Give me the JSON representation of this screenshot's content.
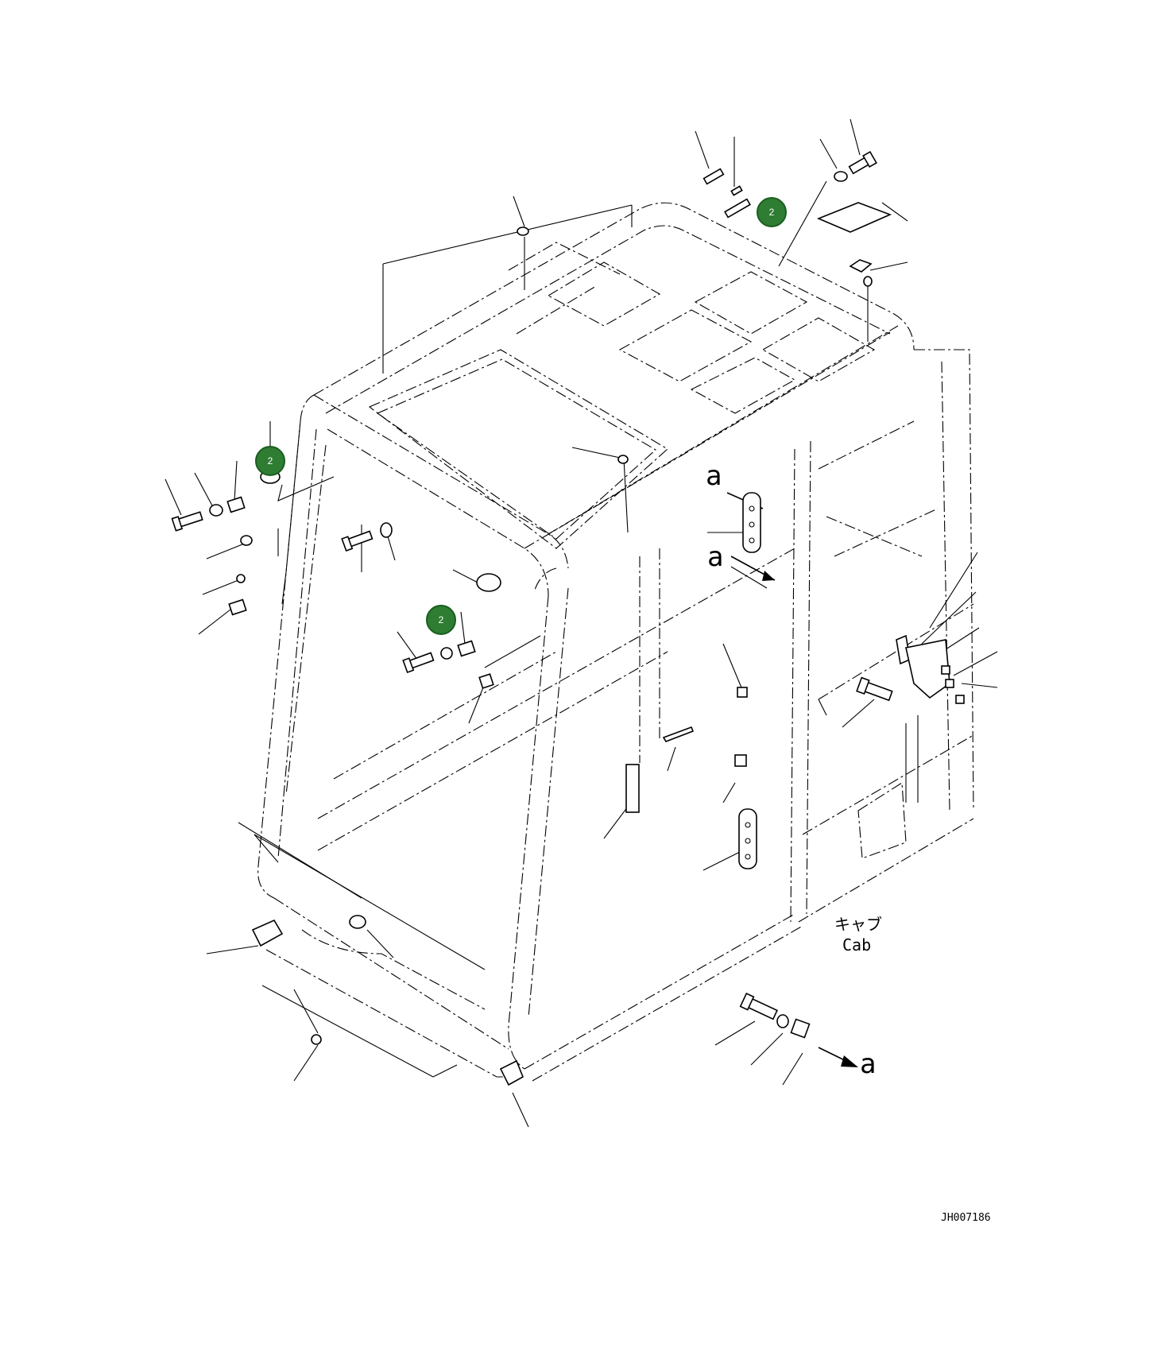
{
  "title": "",
  "labels": {
    "view_ref_a_1": "a",
    "view_ref_a_2": "a",
    "view_ref_a_3": "a",
    "cab_jp": "キャブ",
    "cab_en": "Cab",
    "drawing_number": "JH007186"
  },
  "callouts": [
    {
      "label": "2"
    },
    {
      "label": "2"
    },
    {
      "label": "2"
    }
  ],
  "colors": {
    "line": "#000000",
    "background": "#ffffff",
    "callout_fill": "#2e7d32",
    "callout_text": "#ffffff"
  }
}
